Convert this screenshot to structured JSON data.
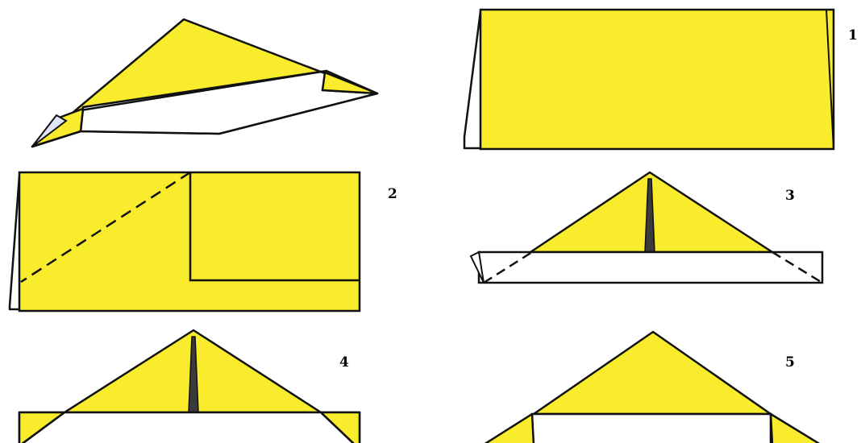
{
  "colors": {
    "paper": "#f8ec2c",
    "paper_back": "#ffffff",
    "paper_shadow_blue": "#b8c4ec",
    "outline": "#111111",
    "background": "#ffffff"
  },
  "steps": [
    {
      "label": "1"
    },
    {
      "label": "2"
    },
    {
      "label": "3"
    },
    {
      "label": "4"
    },
    {
      "label": "5"
    }
  ]
}
